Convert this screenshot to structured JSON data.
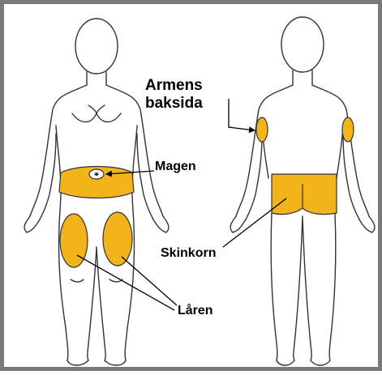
{
  "labels": {
    "upper_arm_line1": "Armens",
    "upper_arm_line2": "baksida",
    "stomach": "Magen",
    "buttocks": "Skinkorn",
    "thighs": "Låren"
  },
  "colors": {
    "frame": "#7a7a7a",
    "region_fill": "#f2b31b",
    "outline": "#333333",
    "background": "#ffffff"
  }
}
